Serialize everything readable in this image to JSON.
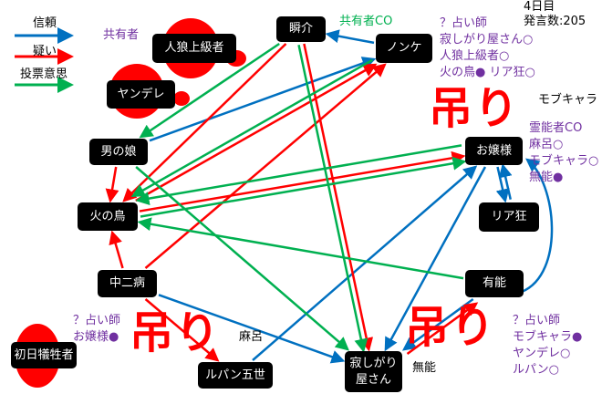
{
  "info": {
    "day": "4日目",
    "post_count": "発言数:205"
  },
  "legend": [
    {
      "label": "信頼",
      "color": "#0070c0"
    },
    {
      "label": "疑い",
      "color": "#ff0000"
    },
    {
      "label": "投票意思",
      "color": "#00b050"
    }
  ],
  "colors": {
    "trust": "#0070c0",
    "doubt": "#ff0000",
    "vote": "#00b050",
    "note": "#7030a0"
  },
  "nodes": {
    "shunsuke": "瞬介",
    "nonke": "ノンケ",
    "jinro": "人狼上級者",
    "yandere": "ヤンデレ",
    "otokonoko": "男の娘",
    "hinotori": "火の鳥",
    "chuni": "中二病",
    "shonichi": "初日犠牲者",
    "lupin": "ルパン五世",
    "sabishi": "寂しがり\n屋さん",
    "yuno": "有能",
    "ojo": "お嬢様",
    "riakyo": "リア狂"
  },
  "notes": {
    "kyoyu_label": "共有者",
    "kyoyu_co": "共有者CO",
    "nonke_notes": [
      "？占い師",
      "寂しがり屋さん○",
      "人狼上級者○",
      "火の鳥● リア狂○"
    ],
    "ojo_notes": [
      "霊能者CO",
      "麻呂○",
      "モブキャラ○",
      "無能●"
    ],
    "yuno_notes": [
      "？占い師",
      "モブキャラ●",
      "ヤンデレ○",
      "ルパン○"
    ],
    "shonichi_notes": [
      "？占い師",
      "お嬢様●"
    ],
    "hidden_mob": "モブキャラ",
    "hidden_maro": "麻呂",
    "hidden_muno": "無能"
  },
  "hang_label": "吊り",
  "edges": [
    {
      "from": "nonke",
      "to": "shunsuke",
      "type": "trust"
    },
    {
      "from": "otokonoko",
      "to": "nonke",
      "type": "trust"
    },
    {
      "from": "lupin",
      "to": "ojo",
      "type": "trust"
    },
    {
      "from": "chuni",
      "to": "sabishi",
      "type": "trust"
    },
    {
      "from": "yuno",
      "to": "sabishi",
      "type": "trust"
    },
    {
      "from": "ojo",
      "to": "sabishi",
      "type": "trust"
    },
    {
      "from": "ojo",
      "to": "riakyo",
      "type": "trust"
    },
    {
      "from": "riakyo",
      "to": "ojo",
      "type": "trust"
    },
    {
      "from": "shunsuke",
      "to": "hinotori",
      "type": "doubt"
    },
    {
      "from": "shunsuke",
      "to": "sabishi",
      "type": "doubt"
    },
    {
      "from": "hinotori",
      "to": "nonke",
      "type": "doubt"
    },
    {
      "from": "chuni",
      "to": "nonke",
      "type": "doubt"
    },
    {
      "from": "otokonoko",
      "to": "hinotori",
      "type": "doubt"
    },
    {
      "from": "hinotori",
      "to": "ojo",
      "type": "doubt"
    },
    {
      "from": "chuni",
      "to": "hinotori",
      "type": "doubt"
    },
    {
      "from": "chuni",
      "to": "lupin",
      "type": "doubt"
    },
    {
      "from": "sabishi",
      "to": "yuno",
      "type": "doubt"
    },
    {
      "from": "shunsuke",
      "to": "otokonoko",
      "type": "vote"
    },
    {
      "from": "nonke",
      "to": "hinotori",
      "type": "vote"
    },
    {
      "from": "shunsuke",
      "to": "sabishi",
      "type": "vote"
    },
    {
      "from": "otokonoko",
      "to": "sabishi",
      "type": "vote"
    },
    {
      "from": "yuno",
      "to": "hinotori",
      "type": "vote"
    },
    {
      "from": "hinotori",
      "to": "ojo",
      "type": "vote"
    },
    {
      "from": "ojo",
      "to": "hinotori",
      "type": "vote"
    }
  ]
}
